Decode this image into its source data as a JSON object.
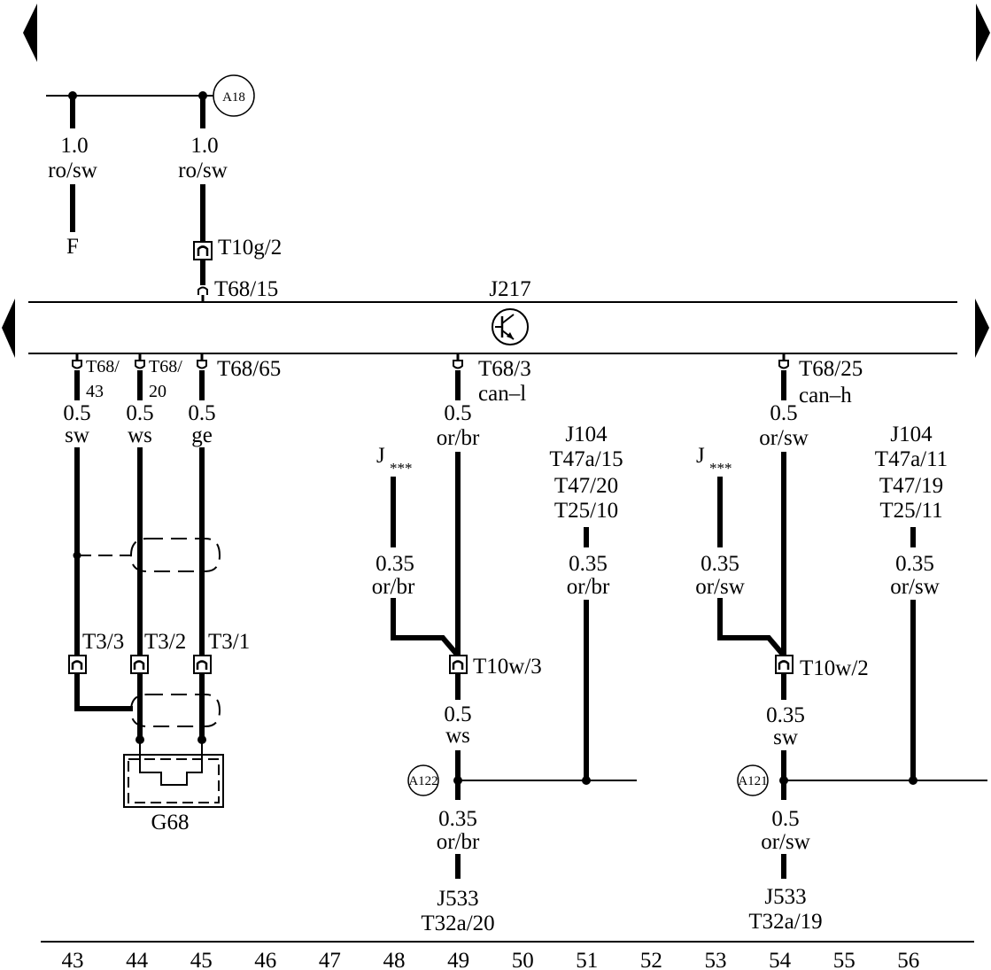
{
  "component": {
    "label": "J217"
  },
  "wires": {
    "w43_top": {
      "gauge": "1.0",
      "color": "ro/sw",
      "dest": "F"
    },
    "w45_top": {
      "gauge": "1.0",
      "color": "ro/sw",
      "conn_upper": "T10g/2",
      "conn_lower": "T68/15"
    },
    "w43": {
      "pin_a": "T68/",
      "pin_b": "43",
      "gauge": "0.5",
      "color": "sw"
    },
    "w44": {
      "pin_a": "T68/",
      "pin_b": "20",
      "gauge": "0.5",
      "color": "ws"
    },
    "w45": {
      "pin": "T68/65",
      "gauge": "0.5",
      "color": "ge"
    },
    "w49": {
      "pin": "T68/3",
      "signal": "can–l",
      "gauge": "0.5",
      "color": "or/br",
      "conn": "T10w/3",
      "gauge2": "0.5",
      "color2": "ws",
      "gauge3": "0.35",
      "color3": "or/br",
      "dest_a": "J533",
      "dest_b": "T32a/20"
    },
    "w48_branch": {
      "source": "J",
      "source_sub": "***",
      "gauge": "0.35",
      "color": "or/br"
    },
    "w51": {
      "l1": "J104",
      "l2": "T47a/15",
      "l3": "T47/20",
      "l4": "T25/10",
      "gauge": "0.35",
      "color": "or/br"
    },
    "w54": {
      "pin": "T68/25",
      "signal": "can–h",
      "gauge": "0.5",
      "color": "or/sw",
      "conn": "T10w/2",
      "gauge2": "0.35",
      "color2": "sw",
      "gauge3": "0.5",
      "color3": "or/sw",
      "dest_a": "J533",
      "dest_b": "T32a/19"
    },
    "w53_branch": {
      "source": "J",
      "source_sub": "***",
      "gauge": "0.35",
      "color": "or/sw"
    },
    "w56": {
      "l1": "J104",
      "l2": "T47a/11",
      "l3": "T47/19",
      "l4": "T25/11",
      "gauge": "0.35",
      "color": "or/sw"
    }
  },
  "connectors": {
    "t3_3": "T3/3",
    "t3_2": "T3/2",
    "t3_1": "T3/1"
  },
  "sensor": {
    "label": "G68"
  },
  "ground_points": {
    "a18": "A18",
    "a122": "A122",
    "a121": "A121"
  },
  "grid_numbers": [
    "43",
    "44",
    "45",
    "46",
    "47",
    "48",
    "49",
    "50",
    "51",
    "52",
    "53",
    "54",
    "55",
    "56"
  ],
  "colors": {
    "ink": "#000000",
    "paper": "#ffffff"
  }
}
